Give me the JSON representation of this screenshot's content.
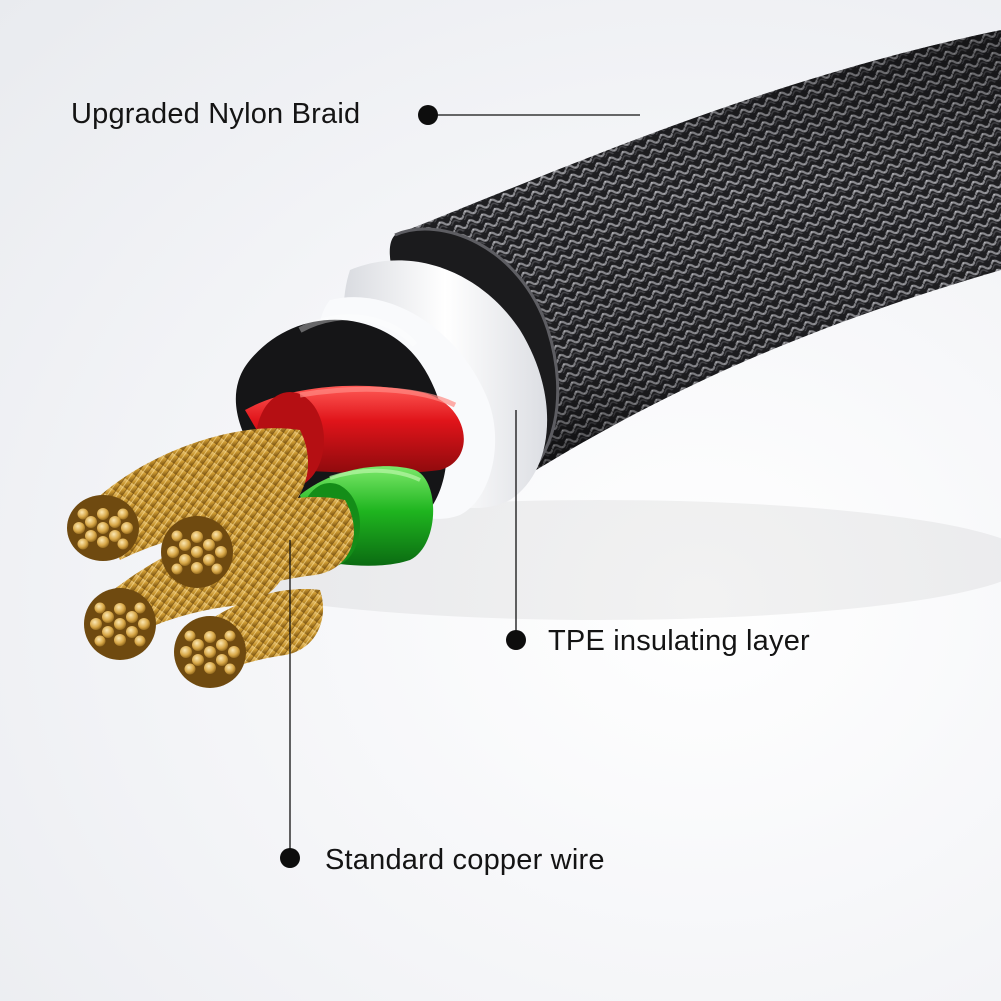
{
  "callouts": {
    "braid": "Upgraded Nylon Braid",
    "tpe": "TPE insulating layer",
    "copper": "Standard copper wire"
  },
  "colors": {
    "braid": "#2a2a2c",
    "tpe": "#f7f8fa",
    "red_wire": "#e0141a",
    "green_wire": "#1fb51f",
    "copper": "#c9962e",
    "leader_line": "#111111"
  }
}
